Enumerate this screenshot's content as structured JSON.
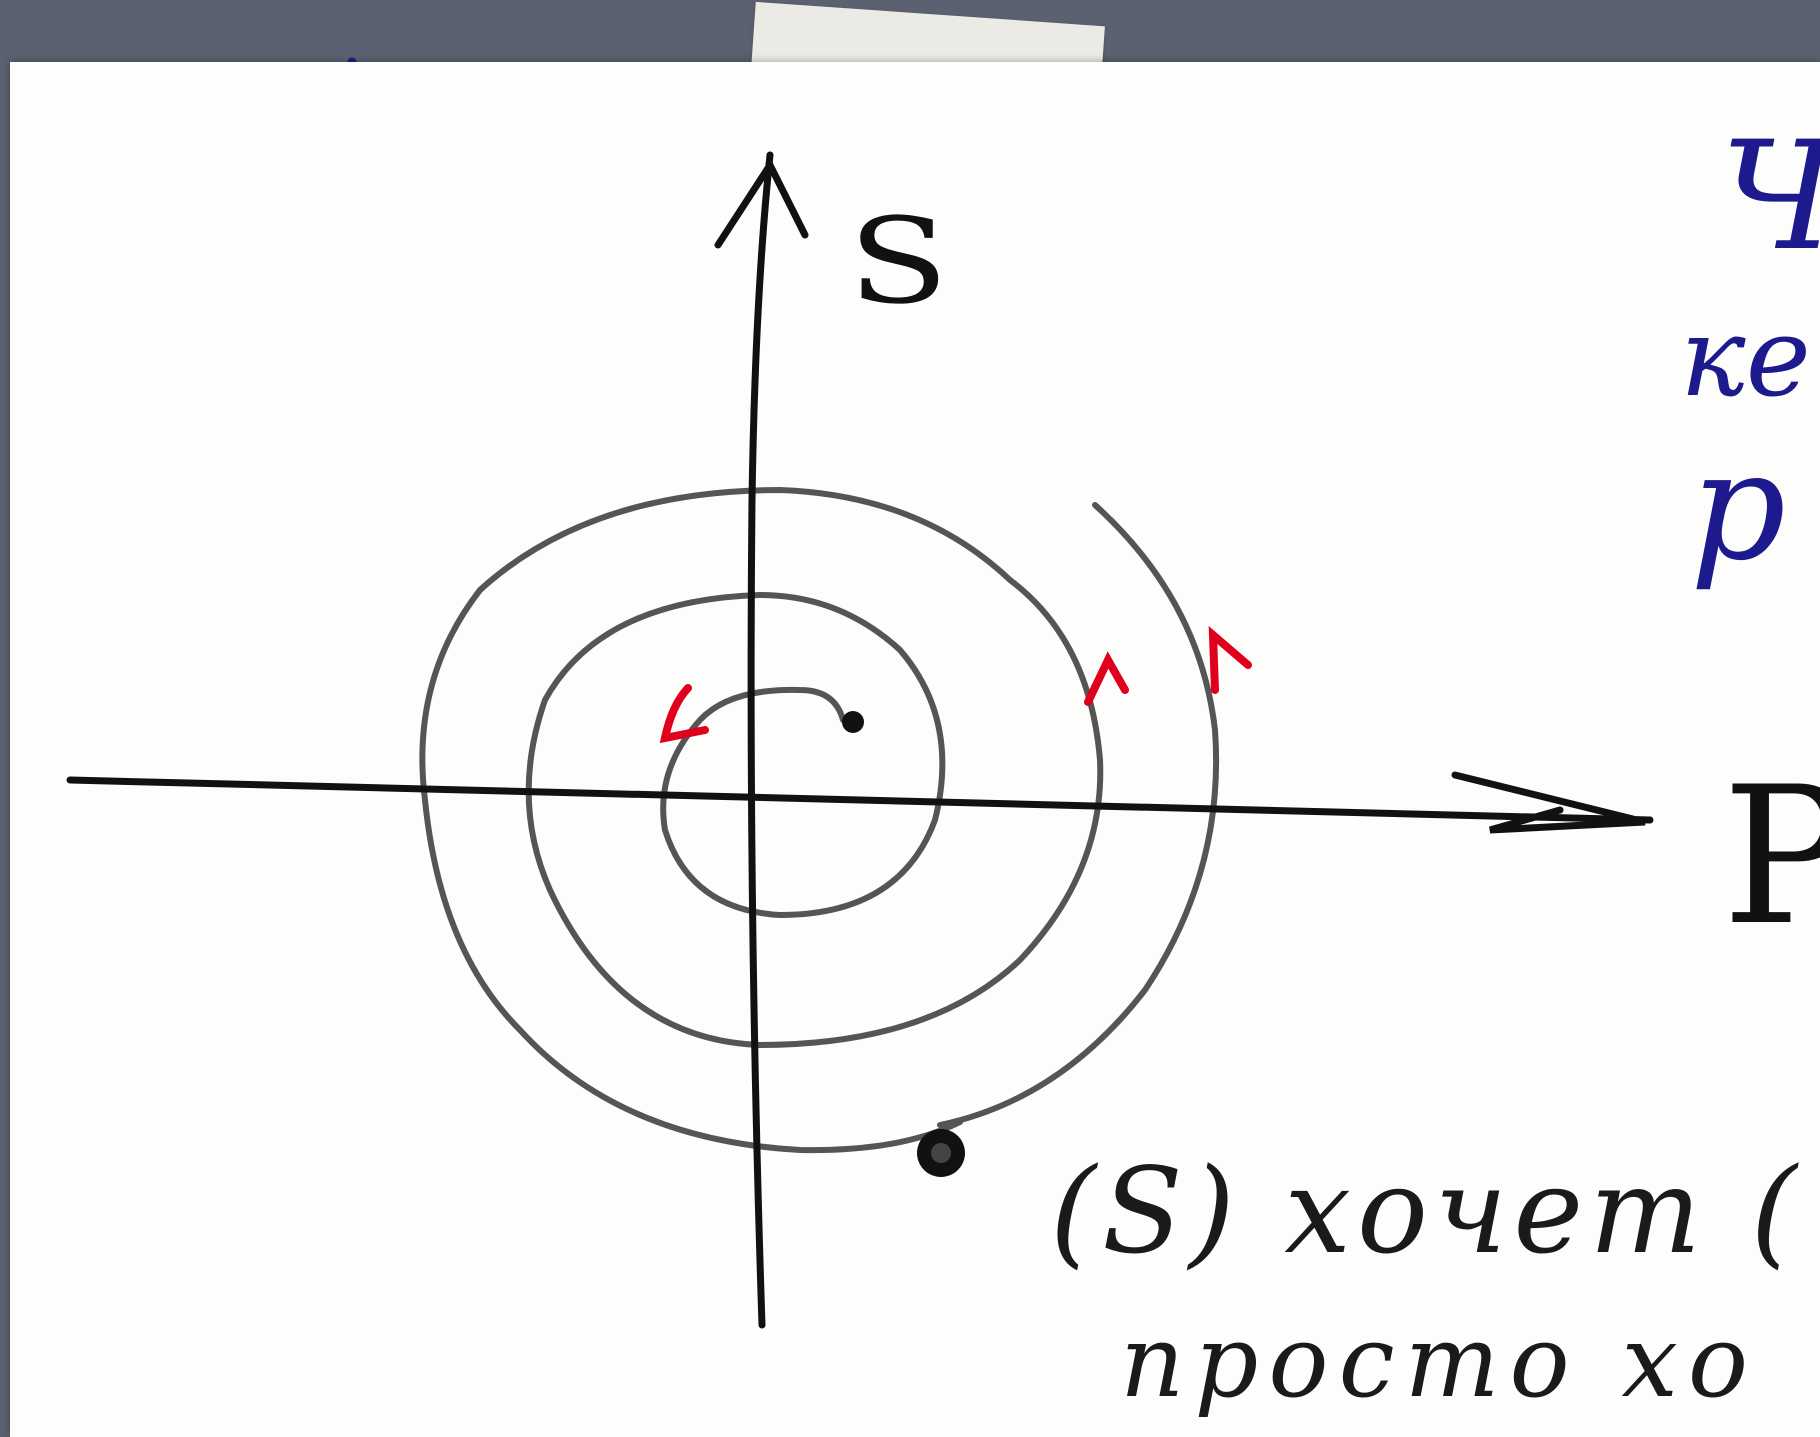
{
  "diagram": {
    "axis_vertical_label": "S",
    "axis_horizontal_label": "P",
    "annotation_lines": [
      "(S) хочет (",
      "просто хо"
    ],
    "side_note_lines": [
      "Ч",
      "ке",
      "р"
    ]
  },
  "colors": {
    "background_frame": "#5b6170",
    "paper": "#fdfdfb",
    "axis_ink": "#111111",
    "spiral_ink": "#555555",
    "arrow_marker": "#e0001b",
    "note_ink": "#1c1a8c"
  },
  "icons": [
    "tape-strip",
    "start-point-dot",
    "end-point-dot",
    "direction-arrow-marker"
  ]
}
